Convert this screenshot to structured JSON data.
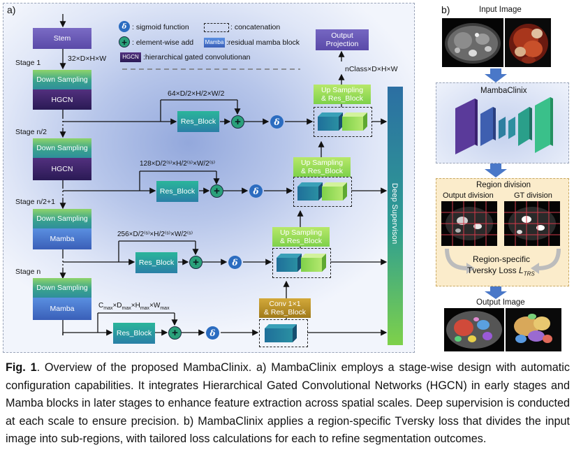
{
  "panel_a": {
    "label": "a)",
    "legend": {
      "sigmoid_symbol": "δ",
      "sigmoid": ": sigmoid function",
      "concat": ": concatenation",
      "add": ": element-wise add",
      "mamba_badge": "Mamba",
      "mamba_text": ":residual mamba block",
      "hgcn_badge": "HGCN",
      "hgcn_text": ":hierarchical gated convolutionan"
    },
    "stem": "Stem",
    "stem_dim": "32×D×H×W",
    "stages": [
      "Stage 1",
      "Stage n/2",
      "Stage n/2+1",
      "Stage n"
    ],
    "down_sampling": "Down Sampling",
    "hgcn": "HGCN",
    "mamba": "Mamba",
    "res_block": "Res_Block",
    "dims": [
      "64×D/2×H/2×W/2",
      "128×D/2⁽ˢ⁾×H/2⁽ˢ⁾×W/2⁽ˢ⁾",
      "256×D/2⁽ˢ⁾×H/2⁽ˢ⁾×W/2⁽ˢ⁾",
      "C_max×D_max×H_max×W_max"
    ],
    "dim_bottom": {
      "c": "C",
      "cs": "max",
      "d": "×D",
      "ds": "max",
      "h": "×H",
      "hs": "max",
      "w": "×W",
      "ws": "max"
    },
    "up_sampling": "Up Sampling\n& Res_Block",
    "conv": "Conv 1×1\n& Res_Block",
    "output_projection": "Output\nProjection",
    "output_dim": "nClass×D×H×W",
    "deep_supervision": "Deep Supervison",
    "sigma": "δ",
    "plus": "+"
  },
  "panel_b": {
    "label": "b)",
    "input_image": "Input Image",
    "mambaclinix": "MambaClinix",
    "region_division": "Region division",
    "output_division": "Output division",
    "gt_division": "GT division",
    "loss_line1": "Region-specific",
    "loss_line2": "Tversky Loss ",
    "loss_symbol": "L",
    "loss_sub": "TRS",
    "output_image": "Output Image"
  },
  "caption": {
    "fig": "Fig. 1",
    "text": ". Overview of the proposed MambaClinix. a) MambaClinix employs a stage-wise design with automatic configuration capabilities. It integrates Hierarchical Gated Convolutional Networks (HGCN) in early stages and Mamba blocks in later stages to enhance feature extraction across spatial scales. Deep supervision is conducted at each scale to ensure precision. b) MambaClinix applies a region-specific Tversky loss that divides the input image into sub-regions, with tailored loss calculations for each to refine segmentation outcomes."
  },
  "colors": {
    "down": "#3aa38d",
    "hgcn": "#2a1a55",
    "mamba": "#3a5fb8",
    "res": "#2a9a9e",
    "up": "#9ade55",
    "conv": "#b88e2a",
    "stem": "#6655b8",
    "deep": "#2e9e92",
    "arrow": "#4a78c8",
    "sigma": "#2b6cc0"
  }
}
